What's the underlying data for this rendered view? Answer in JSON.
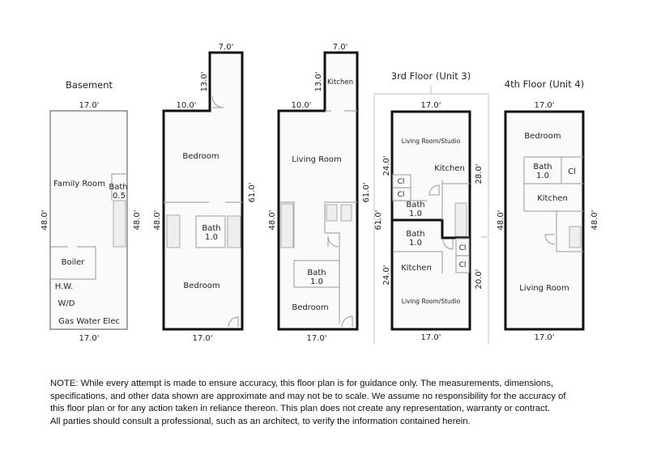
{
  "basement": {
    "title": "Basement",
    "dim_top": "17.0'",
    "dim_bottom": "17.0'",
    "dim_left": "48.0'",
    "dim_right": "48.0'",
    "rooms": {
      "family": "Family Room",
      "bath": "Bath",
      "bath_size": "0.5",
      "boiler": "Boiler",
      "hw": "H.W.",
      "wd": "W/D",
      "utilities": "Gas Water Elec"
    }
  },
  "floor1": {
    "dim_ext_top": "7.0'",
    "dim_ext_side": "13.0'",
    "dim_top": "10.0'",
    "dim_right": "61.0'",
    "dim_left": "48.0'",
    "dim_bottom": "17.0'",
    "rooms": {
      "bedroom_top": "Bedroom",
      "bath": "Bath",
      "bath_size": "1.0",
      "bedroom_bottom": "Bedroom"
    }
  },
  "floor2": {
    "dim_ext_top": "7.0'",
    "dim_ext_side": "13.0'",
    "dim_top": "10.0'",
    "dim_right": "61.0'",
    "dim_left": "48.0'",
    "dim_bottom": "17.0'",
    "rooms": {
      "kitchen": "Kitchen",
      "living": "Living Room",
      "bath": "Bath",
      "bath_size": "1.0",
      "bedroom": "Bedroom"
    }
  },
  "floor3": {
    "title": "3rd Floor (Unit 3)",
    "dim_top": "17.0'",
    "dim_bottom": "17.0'",
    "dim_left_upper": "24.0'",
    "dim_right_upper": "28.0'",
    "dim_left_lower": "24.0'",
    "dim_right_lower": "20.0'",
    "dim_outer": "61.0'",
    "upper": {
      "living": "Living Room/Studio",
      "kitchen": "Kitchen",
      "closet1": "Cl",
      "closet2": "Cl",
      "bath": "Bath",
      "bath_size": "1.0"
    },
    "lower": {
      "bath": "Bath",
      "bath_size": "1.0",
      "kitchen": "Kitchen",
      "closet1": "Cl",
      "closet2": "Cl",
      "living": "Living Room/Studio"
    }
  },
  "floor4": {
    "title": "4th Floor (Unit 4)",
    "dim_top": "17.0'",
    "dim_bottom": "17.0'",
    "dim_left": "48.0'",
    "dim_right": "48.0'",
    "rooms": {
      "bedroom": "Bedroom",
      "bath": "Bath",
      "bath_size": "1.0",
      "closet": "Cl",
      "kitchen": "Kitchen",
      "living": "Living Room"
    }
  },
  "note": [
    "NOTE: While every attempt is made to ensure accuracy, this floor plan is for guidance only. The measurements, dimensions,",
    "specifications, and other data shown are approximate and may not be to scale. We assume no responsibility for the accuracy of",
    "this floor plan or for any action taken in reliance thereon. This plan does not create any representation, warranty or contract.",
    "All parties should consult a professional, such as an architect, to verify the information contained herein."
  ]
}
